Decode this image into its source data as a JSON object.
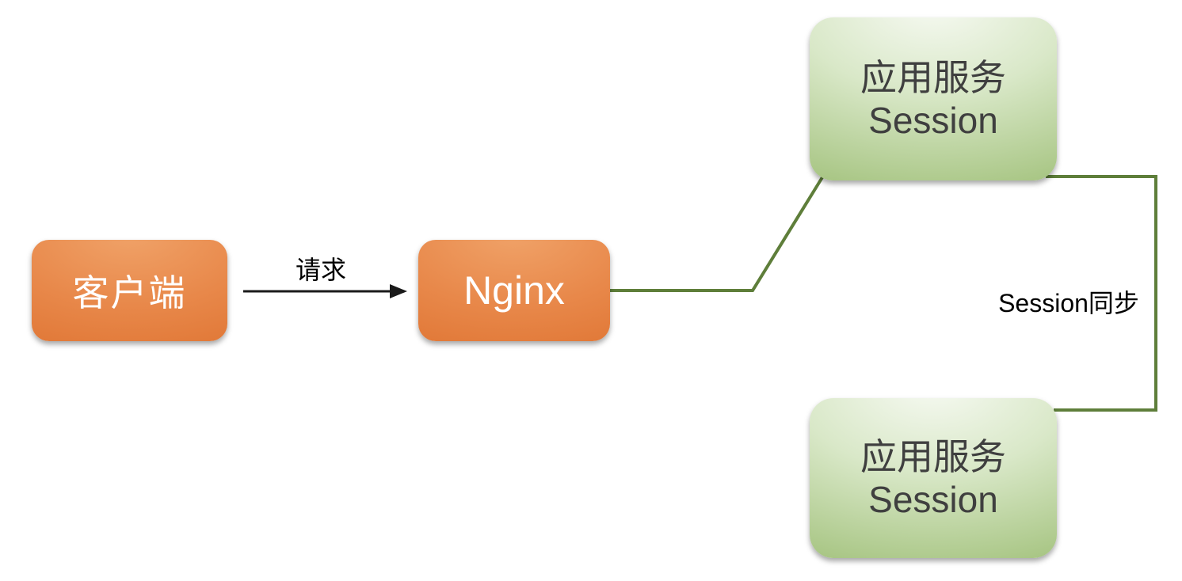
{
  "diagram": {
    "client": {
      "label": "客户端"
    },
    "nginx": {
      "label": "Nginx"
    },
    "app1": {
      "line1": "应用服务",
      "line2": "Session"
    },
    "app2": {
      "line1": "应用服务",
      "line2": "Session"
    },
    "request_label": "请求",
    "sync_label": "Session同步"
  },
  "colors": {
    "orange_top": "#F0A268",
    "orange_mid": "#E8884A",
    "orange_bottom": "#DE7230",
    "green_box_light": "#F7FAF3",
    "green_box_mid": "#D9E8C8",
    "green_box_dark": "#A3C27D",
    "connector_green": "#5E7E3A",
    "arrow_black": "#1A1A1A",
    "green_box_text": "#3F3F3F",
    "orange_box_text": "#FFFFFF",
    "label_text": "#000000"
  }
}
